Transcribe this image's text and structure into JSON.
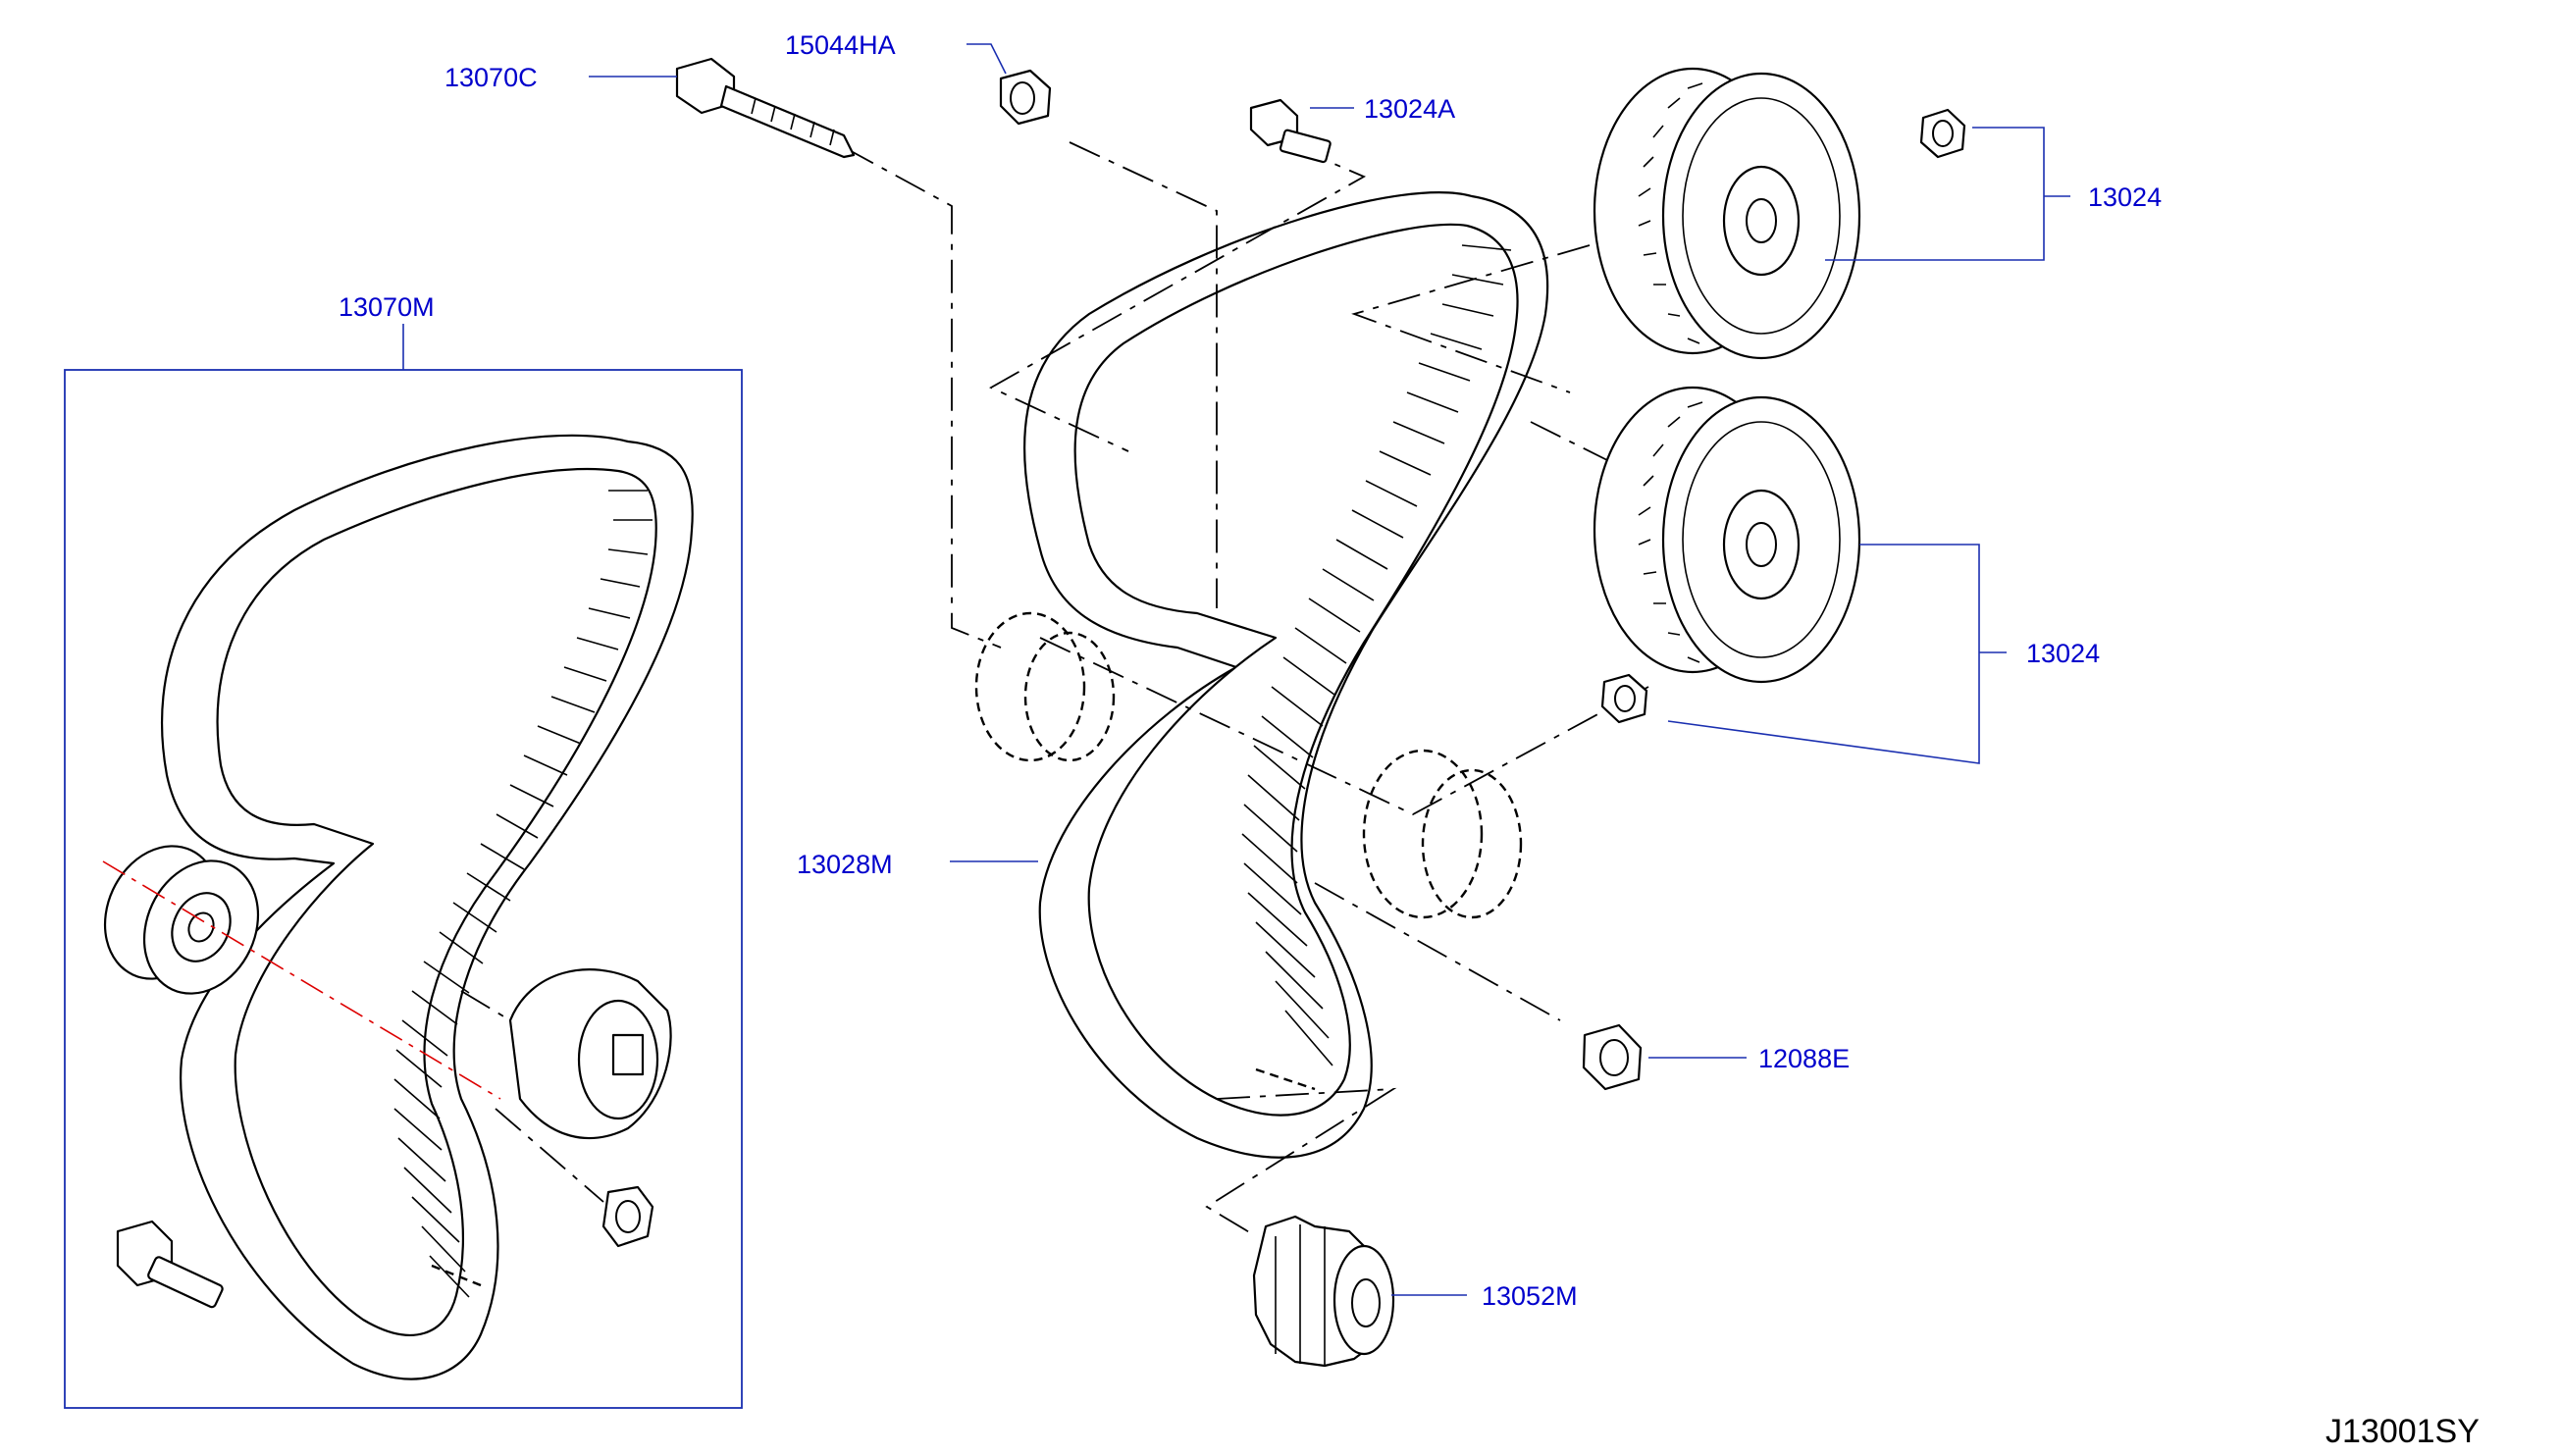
{
  "diagram_id": "J13001SY",
  "callouts": {
    "bolt_13070C": "13070C",
    "nut_15044HA": "15044HA",
    "bolt_13024A": "13024A",
    "sprocket_13024_upper": "13024",
    "sprocket_13024_lower": "13024",
    "kit_13070M": "13070M",
    "belt_13028M": "13028M",
    "nut_12088E": "12088E",
    "sprocket_13052M": "13052M"
  },
  "colors": {
    "callout_text": "#0000cc",
    "leader_line": "#1a2fb0",
    "axis_line": "#dd0000",
    "drawing": "#000000"
  }
}
